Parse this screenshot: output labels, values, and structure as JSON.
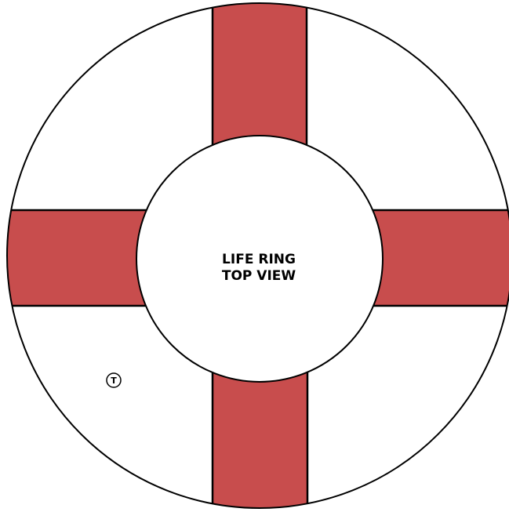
{
  "diagram": {
    "title_line1": "LIFE RING",
    "title_line2": "TOP VIEW",
    "marker_label": "T",
    "colors": {
      "band_fill": "#c84d4d",
      "ring_fill": "#ffffff",
      "stroke": "#000000"
    }
  }
}
